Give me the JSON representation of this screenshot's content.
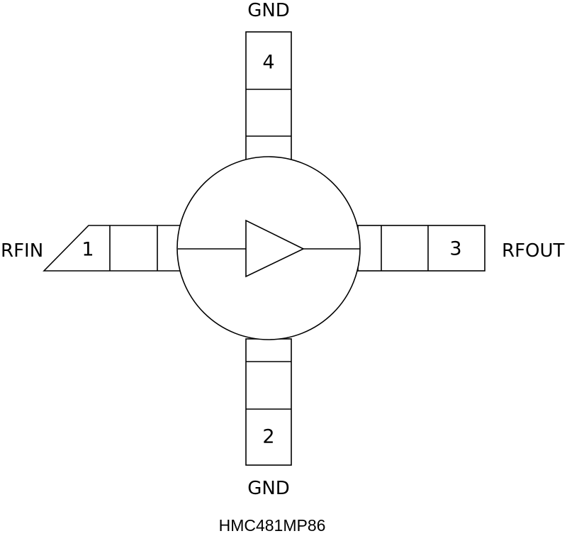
{
  "diagram": {
    "part_number": "HMC481MP86",
    "symbol": "amplifier-triangle",
    "pins": [
      {
        "number": "1",
        "name": "RFIN"
      },
      {
        "number": "2",
        "name": "GND"
      },
      {
        "number": "3",
        "name": "RFOUT"
      },
      {
        "number": "4",
        "name": "GND"
      }
    ]
  }
}
